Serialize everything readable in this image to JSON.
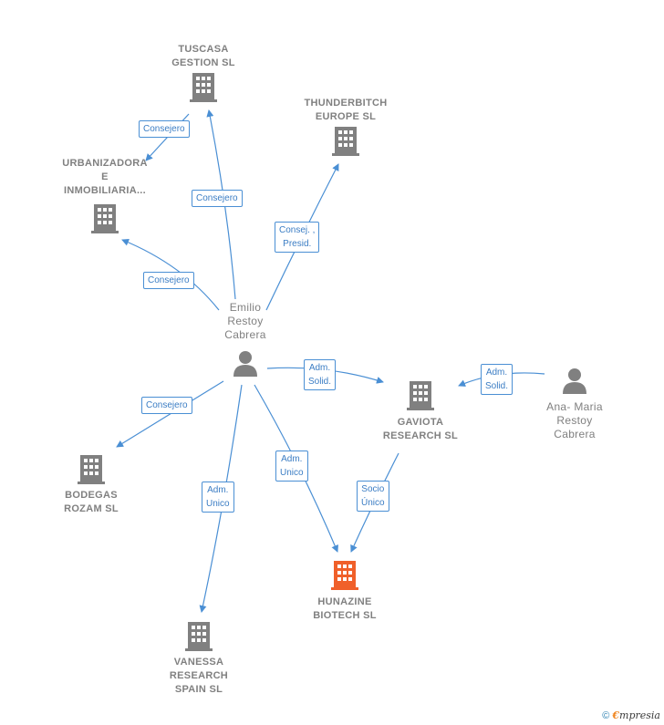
{
  "nodes": {
    "tuscasa": {
      "label": "TUSCASA\nGESTION SL"
    },
    "thunderbitch": {
      "label": "THUNDERBITCH\nEUROPE  SL"
    },
    "urbanizadora": {
      "label": "URBANIZADORA\nE\nINMOBILIARIA..."
    },
    "emilio": {
      "label": "Emilio\nRestoy\nCabrera"
    },
    "gaviota": {
      "label": "GAVIOTA\nRESEARCH  SL"
    },
    "ana": {
      "label": "Ana- Maria\nRestoy\nCabrera"
    },
    "bodegas": {
      "label": "BODEGAS\nROZAM SL"
    },
    "hunazine": {
      "label": "HUNAZINE\nBIOTECH  SL"
    },
    "vanessa": {
      "label": "VANESSA\nRESEARCH\nSPAIN  SL"
    }
  },
  "edges": {
    "tuscasa_urbanizadora": "Consejero",
    "emilio_tuscasa": "Consejero",
    "emilio_thunderbitch": "Consej. ,\nPresid.",
    "emilio_urbanizadora": "Consejero",
    "emilio_gaviota": "Adm.\nSolid.",
    "ana_gaviota": "Adm.\nSolid.",
    "emilio_bodegas": "Consejero",
    "emilio_hunazine": "Adm.\nUnico",
    "gaviota_hunazine": "Socio\nÚnico",
    "emilio_vanessa": "Adm.\nUnico"
  },
  "colors": {
    "edge": "#4a8fd4",
    "company": "#808080",
    "highlight": "#f0602a",
    "person": "#808080"
  },
  "icons": {
    "company": "building-icon",
    "person": "person-icon"
  },
  "footer": {
    "copyright": "©",
    "brand_e": "€",
    "brand_rest": "mpresia"
  }
}
